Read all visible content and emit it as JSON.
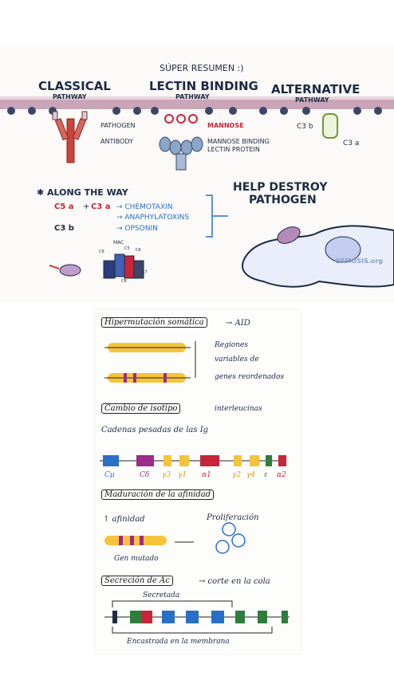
{
  "header": "SÚPER RESUMEN :)",
  "pathways": [
    {
      "title": "CLASSICAL",
      "sub": "PATHWAY"
    },
    {
      "title": "LECTIN BINDING",
      "sub": "PATHWAY"
    },
    {
      "title": "ALTERNATIVE",
      "sub": "PATHWAY"
    }
  ],
  "labels": {
    "pathogen": "PATHOGEN",
    "antibody": "ANTIBODY",
    "mannose": "MANNOSE",
    "mbl1": "MANNOSE BINDING",
    "mbl2": "LECTIN PROTEIN",
    "c3b_top": "C3 b",
    "c3a_top": "C3 a",
    "along": "✱ ALONG THE WAY",
    "c5a": "C5 a",
    "plus": "+",
    "c3a": "C3 a",
    "chemo": "→ CHEMOTAXIN",
    "anaph": "→ ANAPHYLATOXINS",
    "c3b": "C3 b",
    "opsonin": "→ OPSONIN",
    "help1": "HELP DESTROY",
    "help2": "PATHOGEN",
    "mac": "MAC",
    "c5": "C5",
    "c6": "C6",
    "c7": "C7",
    "c8": "C8",
    "c9": "C9",
    "osmosis": "OSMOSIS.org"
  },
  "notes": {
    "hyper": "Hipermutación somática",
    "aid": "→ AID",
    "regiones1": "Regiones",
    "regiones2": "variables de",
    "regiones3": "genes reordenados",
    "cambio": "Cambio de isotipo",
    "inter": "interleucinas",
    "cadenas": "Cadenas pesadas de las Ig",
    "genes": [
      "Cμ",
      "Cδ",
      "γ3",
      "γ1",
      "α1",
      "γ2",
      "γ4",
      "ε",
      "α2"
    ],
    "madur": "Maduración de la afinidad",
    "afin": "↑ afinidad",
    "prolif": "Proliferación",
    "mutado": "Gen mutado",
    "secrec": "Secreción de Ac",
    "cola": "→ corte en la cola",
    "secretada": "Secretada",
    "membrana": "Encastrada en la membrana"
  },
  "colors": {
    "membrane": "#c9a5b8",
    "antibody": "#c8433a",
    "lectin": "#8aa6c8",
    "yellow": "#f6c43a",
    "blue": "#2a6fc7",
    "magenta": "#9c2b8a",
    "red": "#c8253a",
    "green": "#2e7d3a",
    "navy": "#1d2a44"
  }
}
